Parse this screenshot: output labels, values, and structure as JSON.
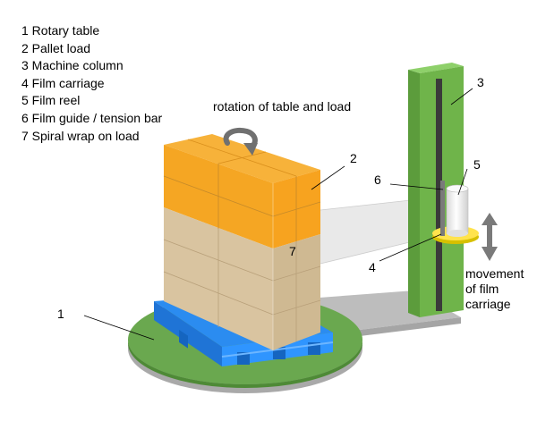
{
  "legend": [
    "1 Rotary table",
    "2 Pallet load",
    "3 Machine column",
    "4 Film carriage",
    "5 Film reel",
    "6 Film guide / tension bar",
    "7 Spiral wrap on load"
  ],
  "callouts": {
    "rotary_table": "1",
    "pallet_load": "2",
    "machine_column": "3",
    "film_carriage": "4",
    "film_reel": "5",
    "film_guide": "6",
    "spiral_wrap": "7"
  },
  "annotations": {
    "rotation": "rotation of table and load",
    "movement_line1": "movement",
    "movement_line2": "of film",
    "movement_line3": "carriage"
  },
  "icons": {
    "rotation_arrow": "curved-arrow-icon",
    "movement_arrow": "double-vertical-arrow-icon"
  },
  "colors": {
    "table_green": "#6aa84f",
    "column_green": "#6fb44a",
    "load_orange": "#f5a623",
    "wrap_tan": "#d9c4a0",
    "pallet_blue": "#1e90ff",
    "carriage_yellow": "#ffe34d",
    "film_white": "#f4f4f4"
  }
}
